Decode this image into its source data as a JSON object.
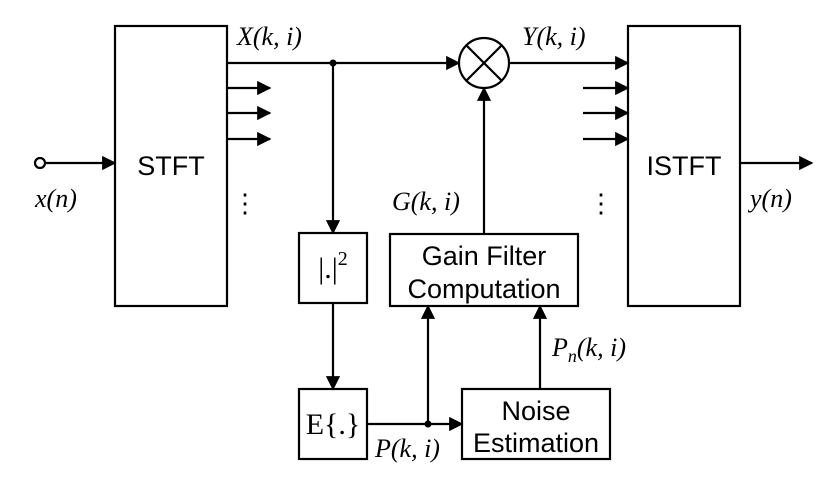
{
  "blocks": {
    "stft": "STFT",
    "istft": "ISTFT",
    "magsq": {
      "base": "|.|",
      "exp": "2"
    },
    "expect": "E{.}",
    "gain_line1": "Gain Filter",
    "gain_line2": "Computation",
    "noise_line1": "Noise",
    "noise_line2": "Estimation"
  },
  "signals": {
    "input": "x(n)",
    "output": "y(n)",
    "stft_out": "X(k, i)",
    "mult_out": "Y(k, i)",
    "gain": "G(k, i)",
    "power": "P(k, i)",
    "noise_psd": {
      "base": "P",
      "sub": "n",
      "rest": "(k, i)"
    }
  },
  "ellipsis": "⋮"
}
